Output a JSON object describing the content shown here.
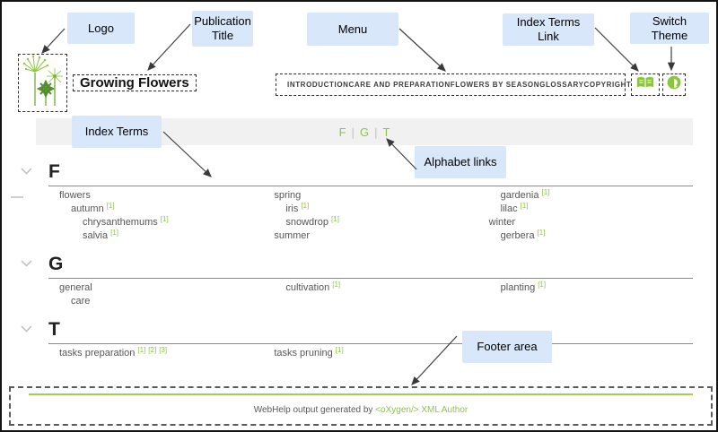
{
  "header": {
    "publication_title": "Growing Flowers",
    "menu_items": [
      "INTRODUCTION",
      "CARE AND PREPARATION",
      "FLOWERS BY SEASON",
      "GLOSSARY",
      "COPYRIGHT"
    ],
    "icons": {
      "index_terms_link": "open-book-icon",
      "switch_theme": "half-circle-contrast-icon"
    }
  },
  "alphabet_bar": {
    "links": [
      "F",
      "G",
      "T"
    ],
    "separator": "|"
  },
  "index": {
    "sections": [
      {
        "letter": "F",
        "columns": [
          [
            {
              "label": "flowers",
              "level": 1,
              "refs": []
            },
            {
              "label": "autumn",
              "level": 2,
              "refs": [
                "1"
              ]
            },
            {
              "label": "chrysanthemums",
              "level": 3,
              "refs": [
                "1"
              ]
            },
            {
              "label": "salvia",
              "level": 3,
              "refs": [
                "1"
              ]
            }
          ],
          [
            {
              "label": "spring",
              "level": 1,
              "refs": []
            },
            {
              "label": "iris",
              "level": 2,
              "refs": [
                "1"
              ]
            },
            {
              "label": "snowdrop",
              "level": 2,
              "refs": [
                "1"
              ]
            },
            {
              "label": "summer",
              "level": 1,
              "refs": []
            }
          ],
          [
            {
              "label": "gardenia",
              "level": 2,
              "refs": [
                "1"
              ]
            },
            {
              "label": "lilac",
              "level": 2,
              "refs": [
                "1"
              ]
            },
            {
              "label": "winter",
              "level": 1,
              "refs": []
            },
            {
              "label": "gerbera",
              "level": 2,
              "refs": [
                "1"
              ]
            }
          ]
        ]
      },
      {
        "letter": "G",
        "columns": [
          [
            {
              "label": "general",
              "level": 1,
              "refs": []
            },
            {
              "label": "care",
              "level": 2,
              "refs": []
            }
          ],
          [
            {
              "label": "cultivation",
              "level": 2,
              "refs": [
                "1"
              ]
            }
          ],
          [
            {
              "label": "planting",
              "level": 2,
              "refs": [
                "1"
              ]
            }
          ]
        ]
      },
      {
        "letter": "T",
        "columns": [
          [
            {
              "label": "tasks preparation",
              "level": 1,
              "refs": [
                "1",
                "2",
                "3"
              ]
            }
          ],
          [
            {
              "label": "tasks pruning",
              "level": 1,
              "refs": [
                "1"
              ]
            }
          ],
          []
        ]
      }
    ]
  },
  "footer": {
    "prefix": "WebHelp output generated by ",
    "generator_link": "<oXygen/> XML Author"
  },
  "callouts": {
    "logo": "Logo",
    "publication_title": "Publication Title",
    "menu": "Menu",
    "index_terms_link": "Index Terms Link",
    "switch_theme": "Switch Theme",
    "index_terms": "Index Terms",
    "alphabet_links": "Alphabet links",
    "footer_area": "Footer area"
  },
  "colors": {
    "accent_green": "#8cc63f",
    "callout_bg": "#d8e7f9",
    "bar_bg": "#f1f1f1"
  }
}
